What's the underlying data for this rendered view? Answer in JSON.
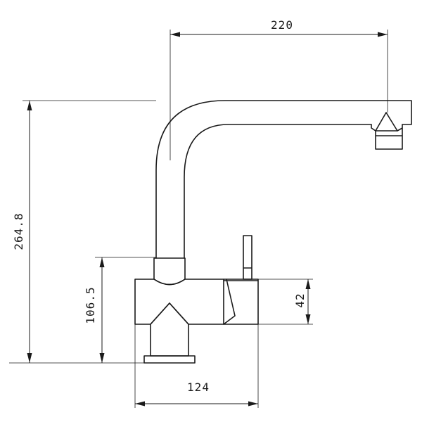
{
  "dimensions": {
    "spout_reach": "220",
    "total_height": "264.8",
    "body_height": "106.5",
    "lever_section": "42",
    "body_width": "124"
  }
}
